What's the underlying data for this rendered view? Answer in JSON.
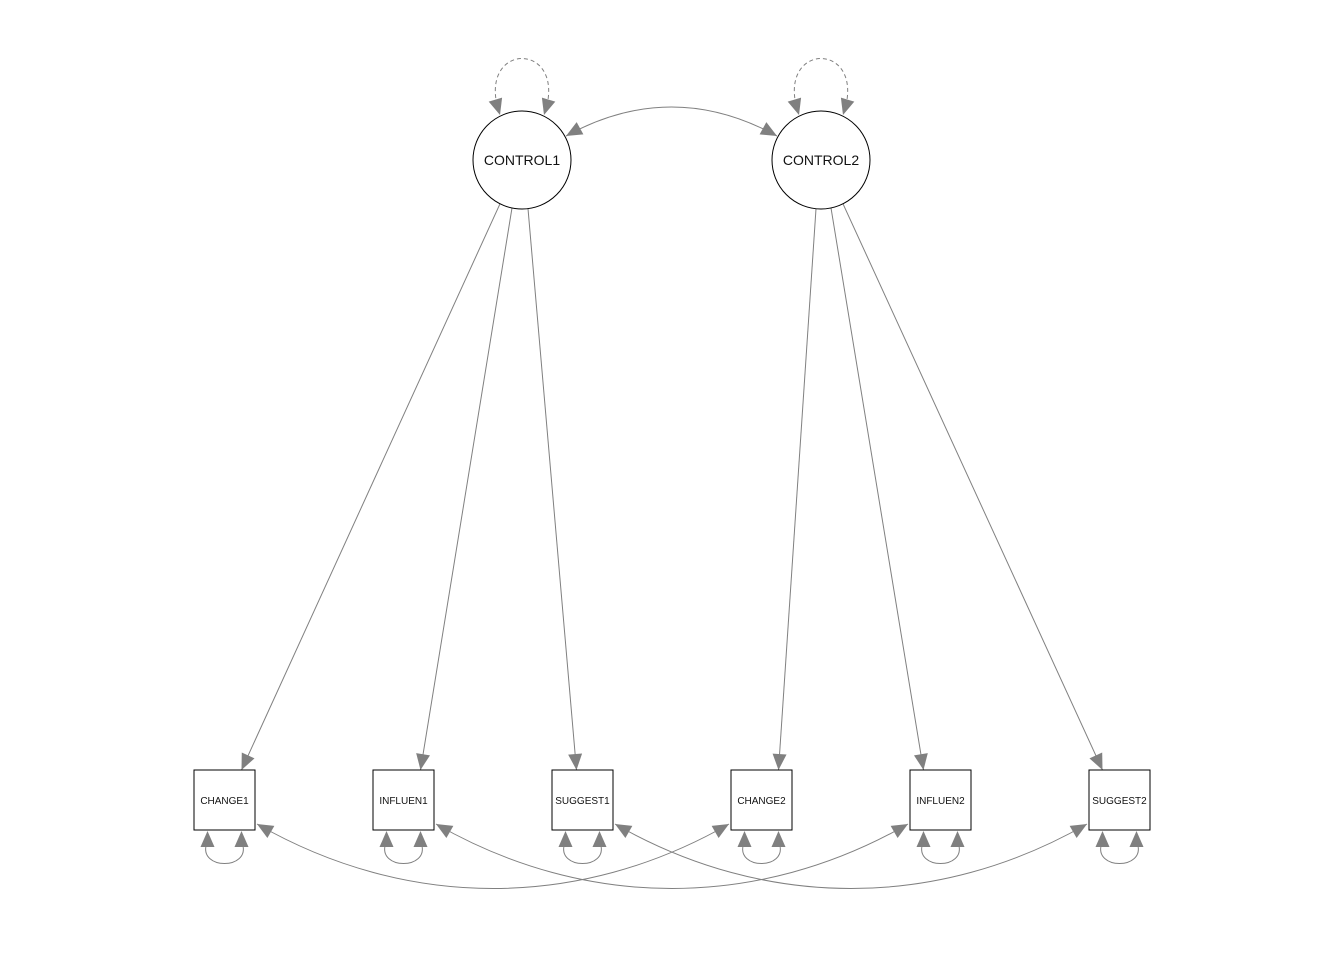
{
  "diagram": {
    "type": "path-diagram",
    "latent_variables": [
      {
        "id": "CONTROL1",
        "label": "CONTROL1"
      },
      {
        "id": "CONTROL2",
        "label": "CONTROL2"
      }
    ],
    "manifest_variables": [
      {
        "id": "CHANGE1",
        "label": "CHANGE1"
      },
      {
        "id": "INFLUEN1",
        "label": "INFLUEN1"
      },
      {
        "id": "SUGGEST1",
        "label": "SUGGEST1"
      },
      {
        "id": "CHANGE2",
        "label": "CHANGE2"
      },
      {
        "id": "INFLUEN2",
        "label": "INFLUEN2"
      },
      {
        "id": "SUGGEST2",
        "label": "SUGGEST2"
      }
    ],
    "loadings": [
      {
        "from": "CONTROL1",
        "to": "CHANGE1"
      },
      {
        "from": "CONTROL1",
        "to": "INFLUEN1"
      },
      {
        "from": "CONTROL1",
        "to": "SUGGEST1"
      },
      {
        "from": "CONTROL2",
        "to": "CHANGE2"
      },
      {
        "from": "CONTROL2",
        "to": "INFLUEN2"
      },
      {
        "from": "CONTROL2",
        "to": "SUGGEST2"
      }
    ],
    "latent_covariances": [
      {
        "a": "CONTROL1",
        "b": "CONTROL2"
      }
    ],
    "residual_covariances": [
      {
        "a": "CHANGE1",
        "b": "CHANGE2"
      },
      {
        "a": "INFLUEN1",
        "b": "INFLUEN2"
      },
      {
        "a": "SUGGEST1",
        "b": "SUGGEST2"
      }
    ],
    "latent_variances_style": "dashed",
    "colors": {
      "edge": "#808080",
      "node_stroke": "#000000",
      "background": "#ffffff"
    }
  }
}
